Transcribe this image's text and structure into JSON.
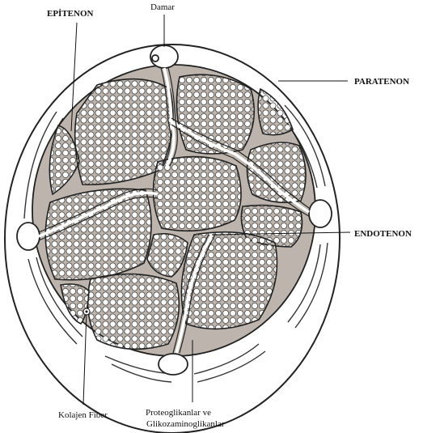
{
  "labels": {
    "epitenon": "EPİTENON",
    "damar": "Damar",
    "paratenon": "PARATENON",
    "endotenon": "ENDOTENON",
    "kolajen_fiber": "Kolajen Fiber",
    "proteoglikanlar_line1": "Proteoglikanlar ve",
    "proteoglikanlar_line2": "Glikozaminoglikanlar"
  },
  "colors": {
    "outline": "#222222",
    "paratenon_fill": "#ffffff",
    "matrix_fill": "#bdb5ad",
    "fascicle_fill": "#ffffff",
    "fiber_stroke": "#444444"
  }
}
